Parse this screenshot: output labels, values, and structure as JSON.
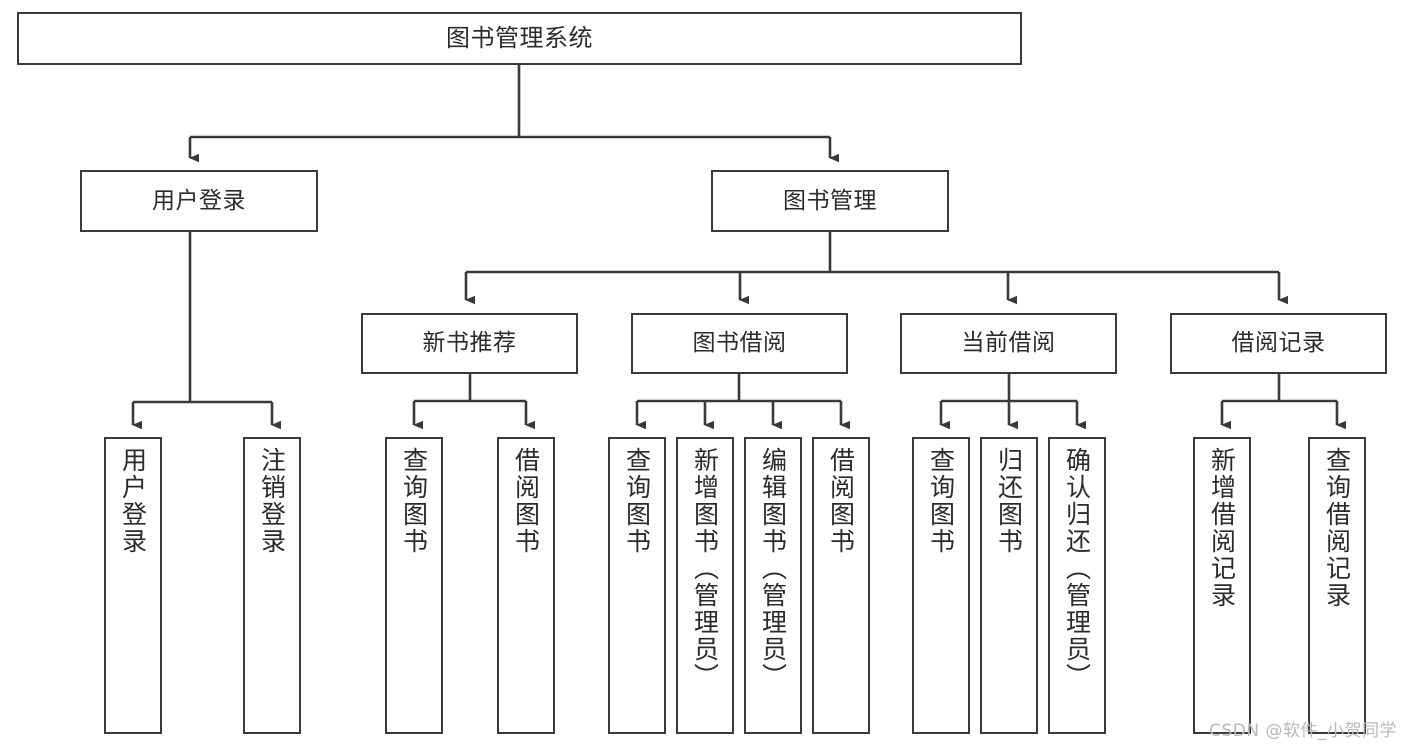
{
  "diagram": {
    "title": "图书管理系统",
    "watermark": "CSDN @软件_小贺同学",
    "line_color": "#3a3a3a",
    "box_border_color": "#3a3a3a",
    "box_fill_color": "#ffffff",
    "text_color": "#2b2b2b",
    "background_color": "#ffffff"
  },
  "nodes": {
    "root": {
      "label": "图书管理系统"
    },
    "level2": [
      {
        "label": "用户登录"
      },
      {
        "label": "图书管理"
      }
    ],
    "level3": [
      {
        "label": "新书推荐"
      },
      {
        "label": "图书借阅"
      },
      {
        "label": "当前借阅"
      },
      {
        "label": "借阅记录"
      }
    ],
    "leaves": {
      "user_login": [
        {
          "label": "用户登录"
        },
        {
          "label": "注销登录"
        }
      ],
      "new_book": [
        {
          "label": "查询图书"
        },
        {
          "label": "借阅图书"
        }
      ],
      "book_borrow": [
        {
          "label": "查询图书"
        },
        {
          "label": "新增图书（管理员）"
        },
        {
          "label": "编辑图书（管理员）"
        },
        {
          "label": "借阅图书"
        }
      ],
      "current_borrow": [
        {
          "label": "查询图书"
        },
        {
          "label": "归还图书"
        },
        {
          "label": "确认归还（管理员）"
        }
      ],
      "borrow_record": [
        {
          "label": "新增借阅记录"
        },
        {
          "label": "查询借阅记录"
        }
      ]
    }
  }
}
